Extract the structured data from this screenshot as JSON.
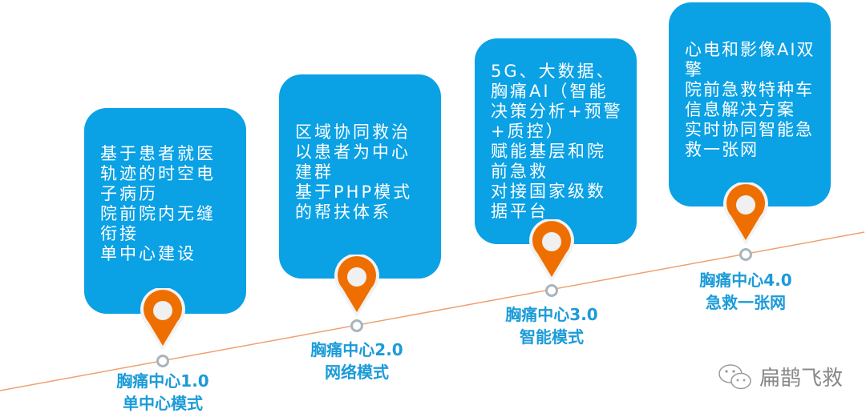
{
  "stages": [
    {
      "box_lines": [
        "基于患者就医",
        "轨迹的时空电",
        "子病历",
        "院前院内无缝",
        "衔接",
        "单中心建设"
      ],
      "title": "胸痛中心1.0",
      "subtitle": "单中心模式"
    },
    {
      "box_lines": [
        "区域协同救治",
        "以患者为中心",
        "建群",
        "基于PHP模式",
        "的帮扶体系"
      ],
      "title": "胸痛中心2.0",
      "subtitle": "网络模式"
    },
    {
      "box_lines": [
        "5G、大数据、",
        "胸痛AI（智能",
        "决策分析+预警",
        "+质控）",
        "赋能基层和院",
        "前急救",
        "对接国家级数",
        "据平台"
      ],
      "title": "胸痛中心3.0",
      "subtitle": "智能模式"
    },
    {
      "box_lines": [
        "心电和影像AI双",
        "擎",
        "院前急救特种车",
        "信息解决方案",
        "实时协同智能急",
        "救一张网"
      ],
      "title": "胸痛中心4.0",
      "subtitle": "急救一张网"
    }
  ],
  "watermark": {
    "icon": "wechat-icon",
    "text": "扁鹊飞救"
  },
  "colors": {
    "box": "#0aa1e5",
    "pin": "#ee6f00",
    "label": "#1b9bd8",
    "timeline": "#f0a070"
  }
}
